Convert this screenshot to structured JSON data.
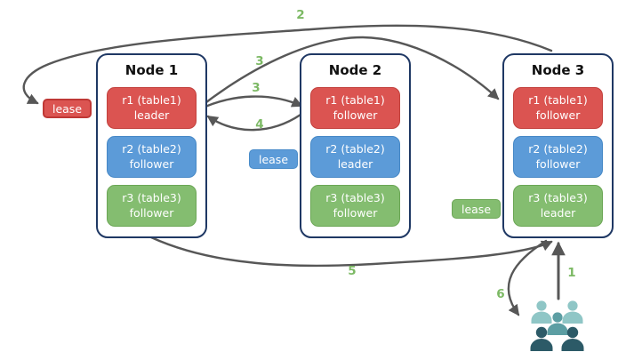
{
  "nodes": [
    {
      "title": "Node 1",
      "replicas": [
        {
          "label": "r1 (table1)",
          "role": "leader"
        },
        {
          "label": "r2 (table2)",
          "role": "follower"
        },
        {
          "label": "r3 (table3)",
          "role": "follower"
        }
      ]
    },
    {
      "title": "Node 2",
      "replicas": [
        {
          "label": "r1 (table1)",
          "role": "follower"
        },
        {
          "label": "r2 (table2)",
          "role": "leader"
        },
        {
          "label": "r3 (table3)",
          "role": "follower"
        }
      ]
    },
    {
      "title": "Node 3",
      "replicas": [
        {
          "label": "r1 (table1)",
          "role": "follower"
        },
        {
          "label": "r2 (table2)",
          "role": "follower"
        },
        {
          "label": "r3 (table3)",
          "role": "leader"
        }
      ]
    }
  ],
  "leases": [
    {
      "label": "lease",
      "color": "#db5451"
    },
    {
      "label": "lease",
      "color": "#5c9bd8"
    },
    {
      "label": "lease",
      "color": "#84bd70"
    }
  ],
  "steps": [
    {
      "value": "1"
    },
    {
      "value": "2"
    },
    {
      "value": "3"
    },
    {
      "value": "3"
    },
    {
      "value": "4"
    },
    {
      "value": "5"
    },
    {
      "value": "6"
    }
  ],
  "icons": {
    "users": "users-icon"
  },
  "colors": {
    "red": "#db5451",
    "blue": "#5c9bd8",
    "green": "#84bd70",
    "node_border": "#1f3864",
    "arrow": "#575757",
    "step_label": "#7cb964",
    "users_light": "#8fc6c6",
    "users_mid": "#5c9ea3",
    "users_dark": "#2c5a67"
  }
}
